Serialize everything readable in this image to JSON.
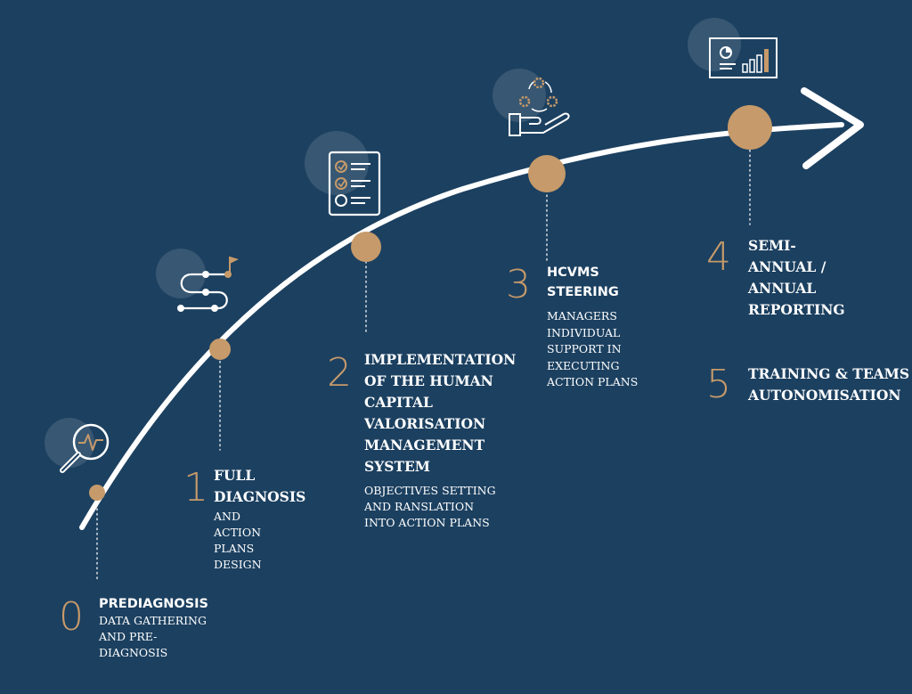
{
  "colors": {
    "background": "#1c4060",
    "accent": "#c69a6a",
    "line": "#ffffff"
  },
  "steps": [
    {
      "number": "0",
      "title": "PREDIAGNOSIS",
      "description": "DATA GATHERING\nAND PRE-\nDIAGNOSIS",
      "icon": "magnifier-pulse-icon"
    },
    {
      "number": "1",
      "title": "FULL\nDIAGNOSIS",
      "description": "AND\nACTION\nPLANS\nDESIGN",
      "icon": "route-flag-icon"
    },
    {
      "number": "2",
      "title": "IMPLEMENTATION\nOF THE HUMAN\nCAPITAL\nVALORISATION\nMANAGEMENT\nSYSTEM",
      "description": " OBJECTIVES SETTING\nAND RANSLATION\nINTO ACTION PLANS",
      "icon": "checklist-icon"
    },
    {
      "number": "3",
      "title": "HCVMS\nSTEERING",
      "description": "MANAGERS\nINDIVIDUAL\nSUPPORT IN\nEXECUTING\nACTION PLANS",
      "icon": "hand-gears-icon"
    },
    {
      "number": "4",
      "title": "SEMI-\nANNUAL /\nANNUAL\nREPORTING",
      "description": "",
      "icon": "dashboard-chart-icon"
    },
    {
      "number": "5",
      "title": "TRAINING & TEAMS\nAUTONOMISATION",
      "description": "",
      "icon": ""
    }
  ]
}
